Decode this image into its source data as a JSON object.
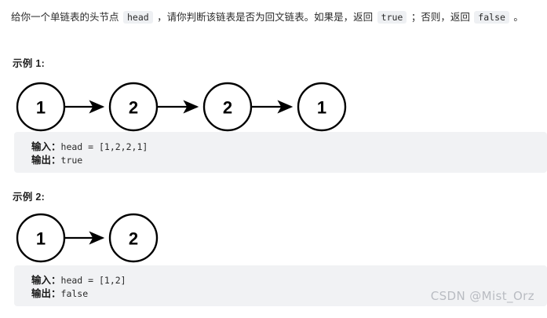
{
  "problem": {
    "segments": [
      {
        "type": "text",
        "value": "给你一个单链表的头节点 "
      },
      {
        "type": "code",
        "value": "head"
      },
      {
        "type": "text",
        "value": " ，请你判断该链表是否为回文链表。如果是，返回 "
      },
      {
        "type": "code",
        "value": "true"
      },
      {
        "type": "text",
        "value": " ；否则，返回 "
      },
      {
        "type": "code",
        "value": "false"
      },
      {
        "type": "text",
        "value": " 。"
      }
    ],
    "full_text": "给你一个单链表的头节点 head ，请你判断该链表是否为回文链表。如果是，返回 true ；否则，返回 false 。"
  },
  "examples": [
    {
      "heading": "示例 1:",
      "linked_list": [
        "1",
        "2",
        "2",
        "1"
      ],
      "input_label": "输入：",
      "input_value": "head = [1,2,2,1]",
      "output_label": "输出：",
      "output_value": "true"
    },
    {
      "heading": "示例 2:",
      "linked_list": [
        "1",
        "2"
      ],
      "input_label": "输入：",
      "input_value": "head = [1,2]",
      "output_label": "输出：",
      "output_value": "false"
    }
  ],
  "watermark": "CSDN @Mist_Orz",
  "colors": {
    "page_background": "#ffffff",
    "panel_background": "#f1f2f4",
    "inline_code_background": "#eef0f3",
    "text": "#2b2b2b",
    "node_stroke": "#000000",
    "watermark": "#b9bcc2"
  }
}
